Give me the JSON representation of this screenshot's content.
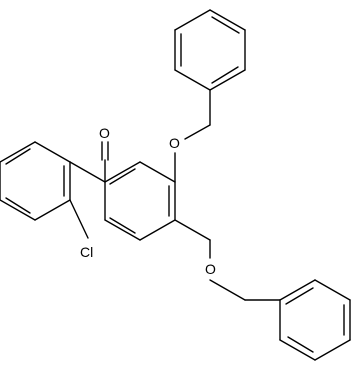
{
  "atoms": {
    "carbonyl_oxygen": "O",
    "ether_oxygen_upper": "O",
    "ether_oxygen_lower": "O",
    "chlorine": "Cl"
  }
}
